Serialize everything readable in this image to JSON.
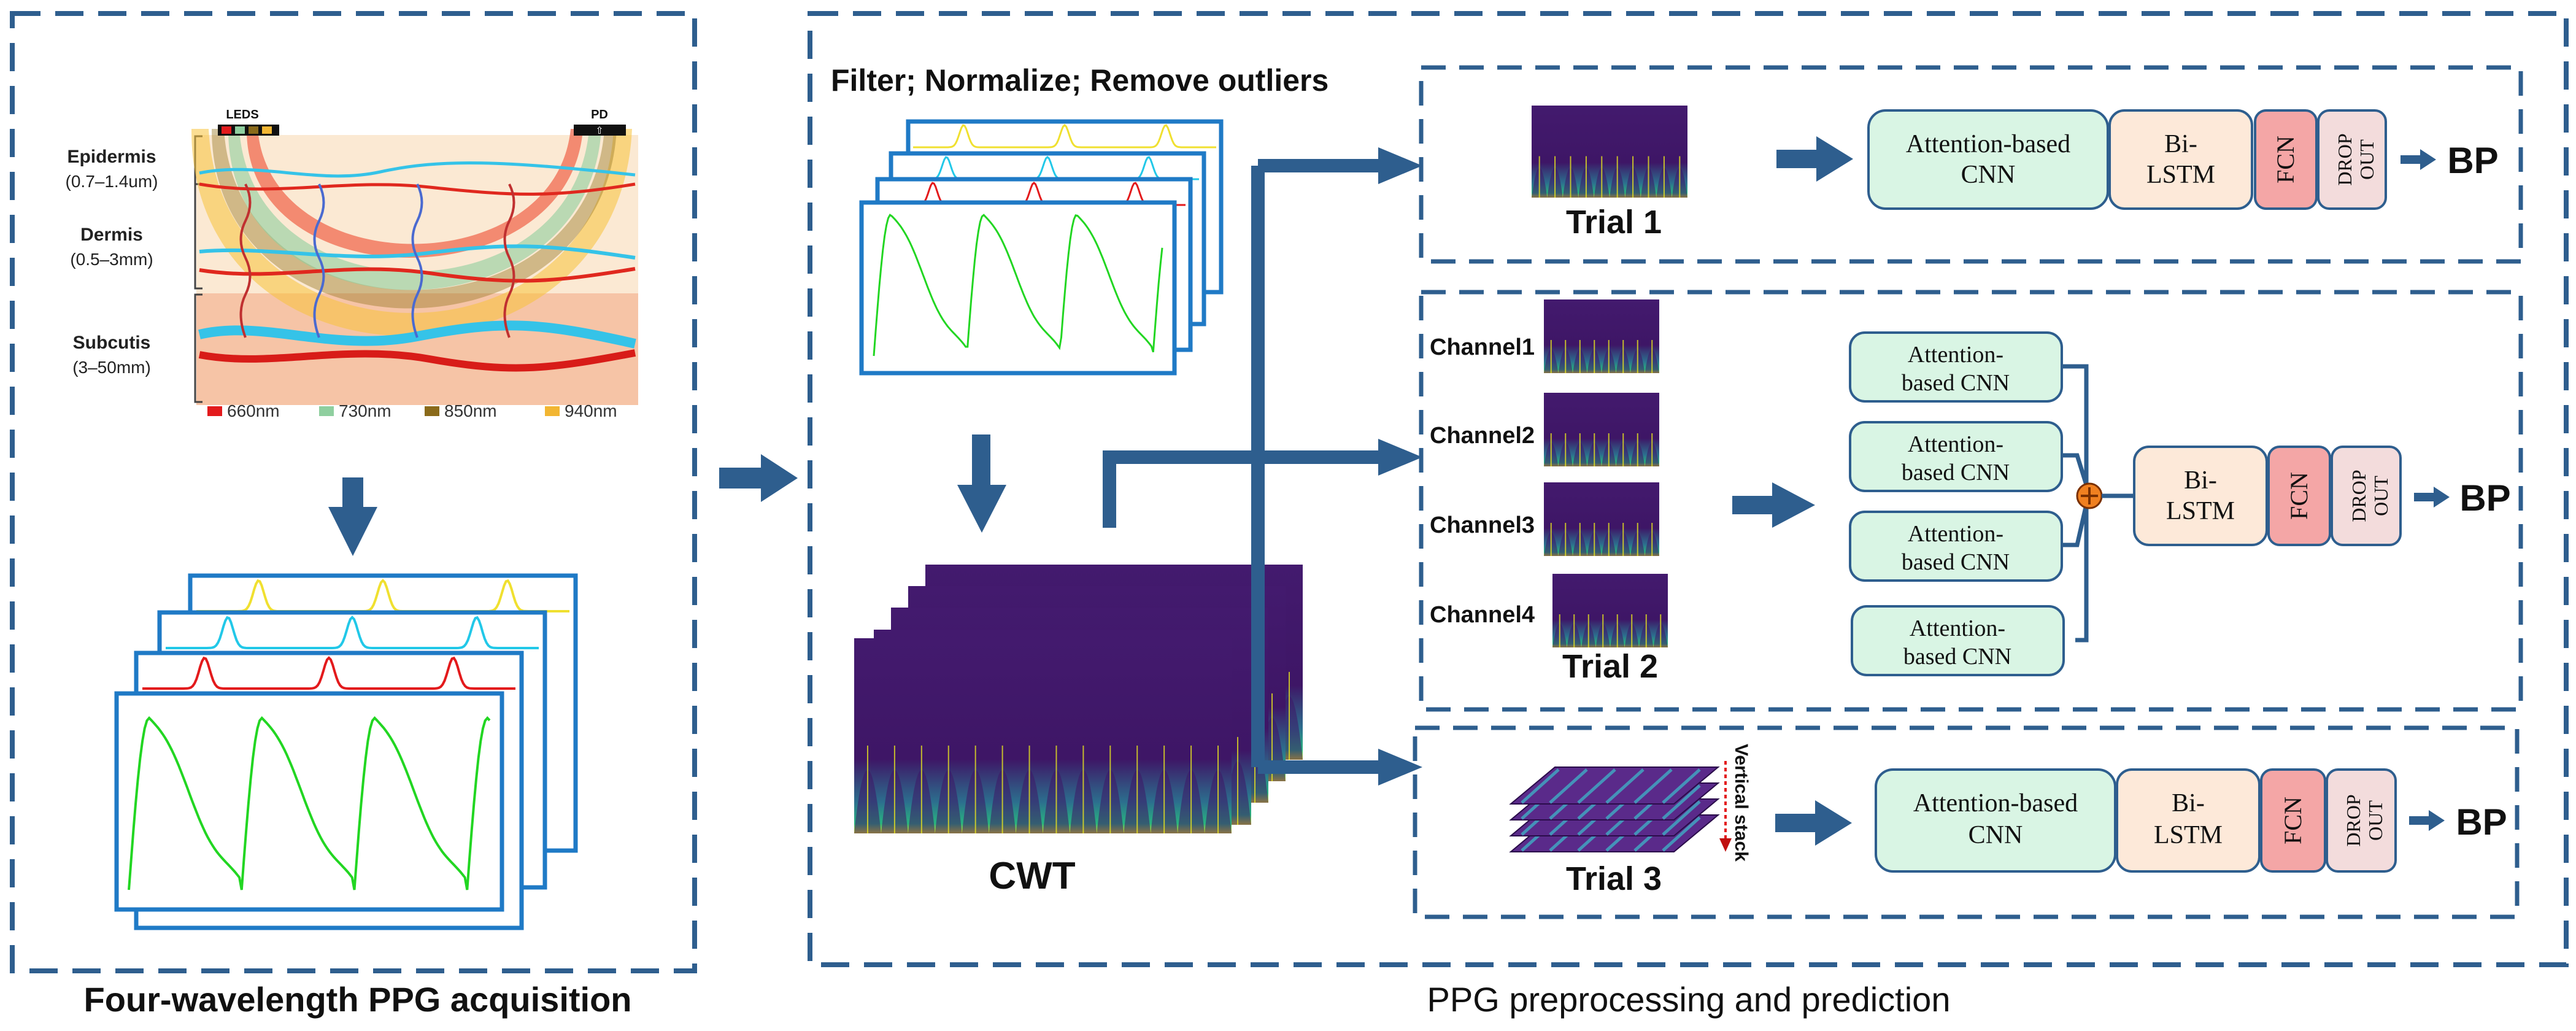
{
  "panels": {
    "left_caption": "Four-wavelength PPG acquisition",
    "right_caption": "PPG preprocessing and prediction"
  },
  "skin": {
    "leds_label": "LEDS",
    "pd_label": "PD",
    "layers": [
      {
        "name": "Epidermis",
        "range": "(0.7–1.4um)"
      },
      {
        "name": "Dermis",
        "range": "(0.5–3mm)"
      },
      {
        "name": "Subcutis",
        "range": "(3–50mm)"
      }
    ],
    "wavelengths": [
      {
        "label": "660nm",
        "color": "#e31a1c"
      },
      {
        "label": "730nm",
        "color": "#8fcf9f"
      },
      {
        "label": "850nm",
        "color": "#8a6a1a"
      },
      {
        "label": "940nm",
        "color": "#f2b632"
      }
    ]
  },
  "preprocess": {
    "steps_label": "Filter; Normalize; Remove outliers",
    "cwt_label": "CWT"
  },
  "trials": [
    {
      "label": "Trial 1"
    },
    {
      "label": "Trial 2",
      "channels": [
        "Channel1",
        "Channel2",
        "Channel3",
        "Channel4"
      ]
    },
    {
      "label": "Trial 3",
      "stack_label": "Vertical stack"
    }
  ],
  "blocks": {
    "attention_cnn_line1": "Attention-based",
    "attention_cnn_line2": "CNN",
    "attention_cnn_short1": "Attention-",
    "attention_cnn_short2": "based CNN",
    "bilstm_line1": "Bi-",
    "bilstm_line2": "LSTM",
    "fcn": "FCN",
    "dropout_line1": "DROP",
    "dropout_line2": "OUT",
    "output": "BP"
  },
  "colors": {
    "frame": "#2e5e8e",
    "arrow": "#2e5e8e",
    "cnn_fill": "#d9f5e4",
    "bilstm_fill": "#fde9d9",
    "fcn_fill": "#f4a6a6",
    "dropout_fill": "#f3dcdc",
    "ppg_green": "#22d622",
    "ppg_red": "#e31a1c",
    "ppg_cyan": "#22c8e8",
    "ppg_yellow": "#f0e030",
    "cwt_purple": "#3f1a66",
    "plus_orange": "#f08020"
  }
}
